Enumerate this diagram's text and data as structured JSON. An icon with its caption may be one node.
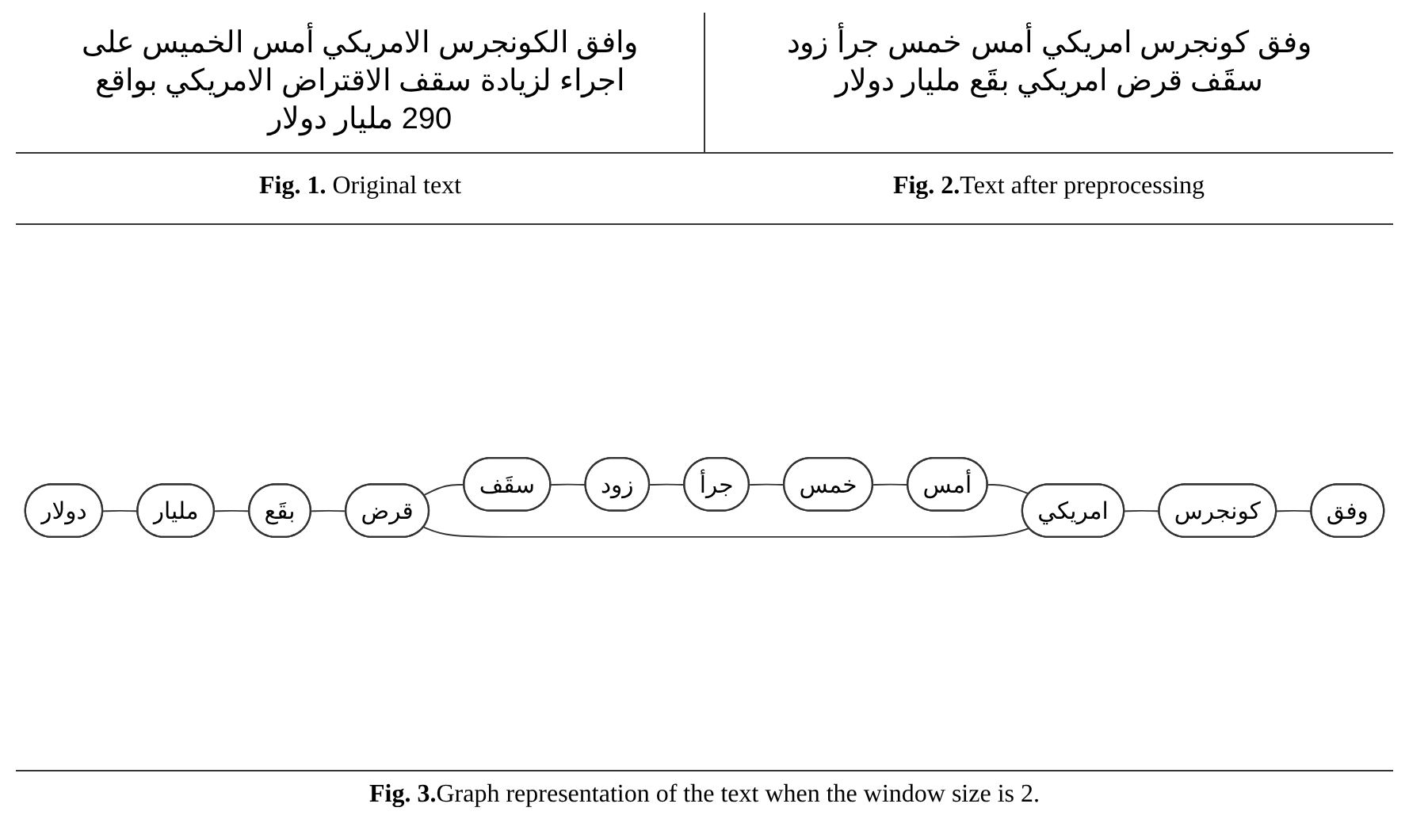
{
  "diagram": {
    "caption": "**Fig. 3.**Graph representation of the text when the window size is 2.",
    "nodes": [
      {
        "text": [
          "وفق"
        ]
      },
      {
        "text": [
          "كونجرس"
        ]
      },
      {
        "text": [
          "امريكي"
        ]
      },
      {
        "text": [
          "أمس"
        ]
      },
      {
        "text": [
          "خمس"
        ]
      },
      {
        "text": [
          "قرض"
        ]
      },
      {
        "text": [
          "بقَع"
        ]
      },
      {
        "text": [
          "مليار"
        ]
      },
      {
        "text": [
          "جرأ"
        ]
      },
      {
        "text": [
          "دولار"
        ]
      },
      {
        "text": [
          "زود"
        ]
      },
      {
        "text": [
          "سقَف"
        ]
      }
    ],
    "edges": [
      {
        "from": 0,
        "to": 1,
        "arrow": "none"
      },
      {
        "from": 1,
        "to": 2,
        "arrow": "none"
      },
      {
        "from": 2,
        "to": 3,
        "arrow": "none"
      },
      {
        "from": 3,
        "to": 4,
        "arrow": "none"
      },
      {
        "from": 4,
        "to": 8,
        "arrow": "none"
      },
      {
        "from": 8,
        "to": 10,
        "arrow": "none"
      },
      {
        "from": 10,
        "to": 11,
        "arrow": "none"
      },
      {
        "from": 11,
        "to": 5,
        "arrow": "none"
      },
      {
        "from": 5,
        "to": 2,
        "arrow": "none"
      },
      {
        "from": 5,
        "to": 6,
        "arrow": "none"
      },
      {
        "from": 6,
        "to": 7,
        "arrow": "none"
      },
      {
        "from": 7,
        "to": 9,
        "arrow": "none"
      }
    ],
    "labels": [
      "وافق الكونجرس الامريكي أمس الخميس على اجراء لزيادة سقف الاقتراض الامريكي بواقع 290 مليار دولار",
      "وفق كونجرس امريكي أمس خمس جرأ زود سقَف قرض امريكي بقَع مليار دولار",
      "**Fig. 1.** Original text",
      "**Fig. 2.**Text after preprocessing"
    ]
  }
}
